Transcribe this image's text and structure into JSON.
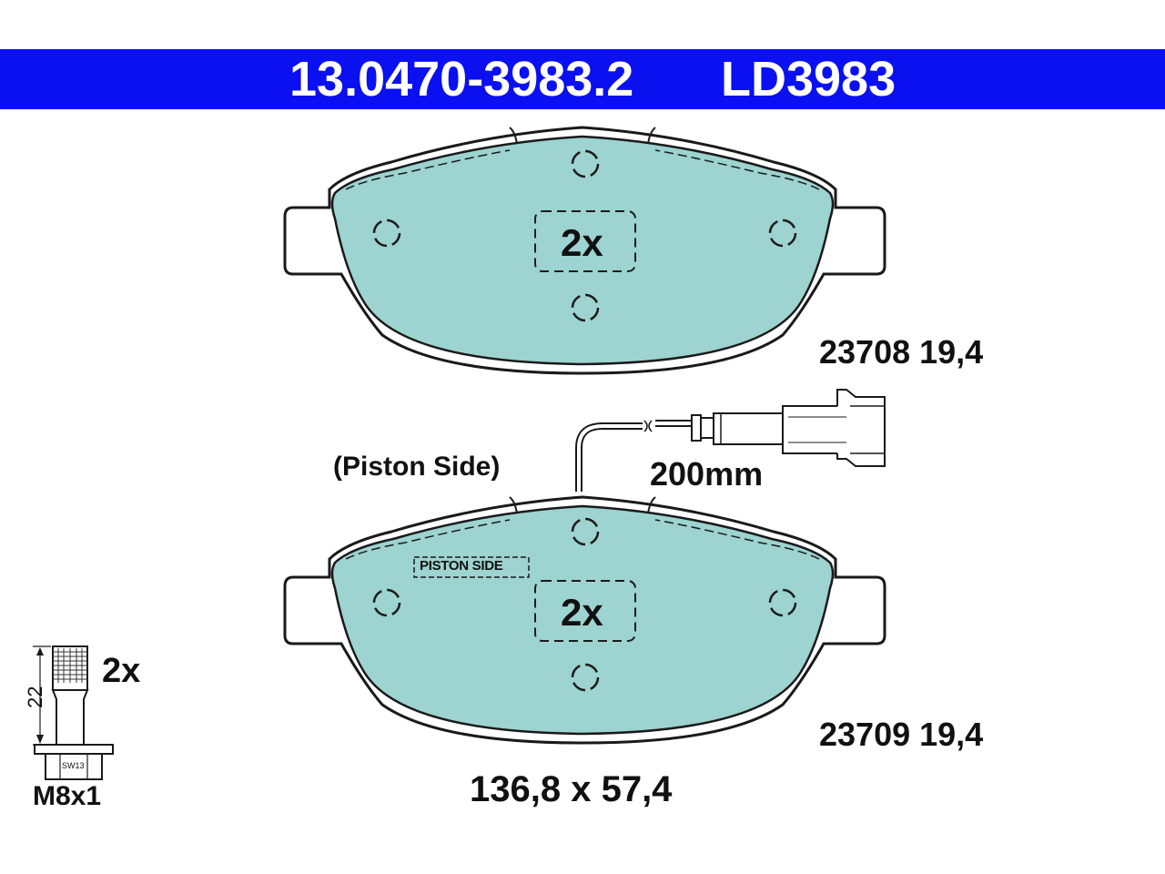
{
  "header": {
    "part_number": "13.0470-3983.2",
    "ld_number": "LD3983"
  },
  "pads": {
    "top": {
      "spec": "23708 19,4",
      "multiplier": "2x"
    },
    "bottom": {
      "spec": "23709 19,4",
      "multiplier": "2x",
      "stamp": "PISTON SIDE"
    }
  },
  "piston_side_label": "(Piston Side)",
  "wear_sensor": {
    "length": "200mm"
  },
  "dimensions": "136,8 x 57,4",
  "bolt": {
    "quantity": "2x",
    "thread": "M8x1",
    "length": "22",
    "wrench": "SW13"
  },
  "colors": {
    "header_bg": "#0a10f0",
    "pad_fill": "#9dd3d0",
    "outline": "#1a1a1a"
  }
}
